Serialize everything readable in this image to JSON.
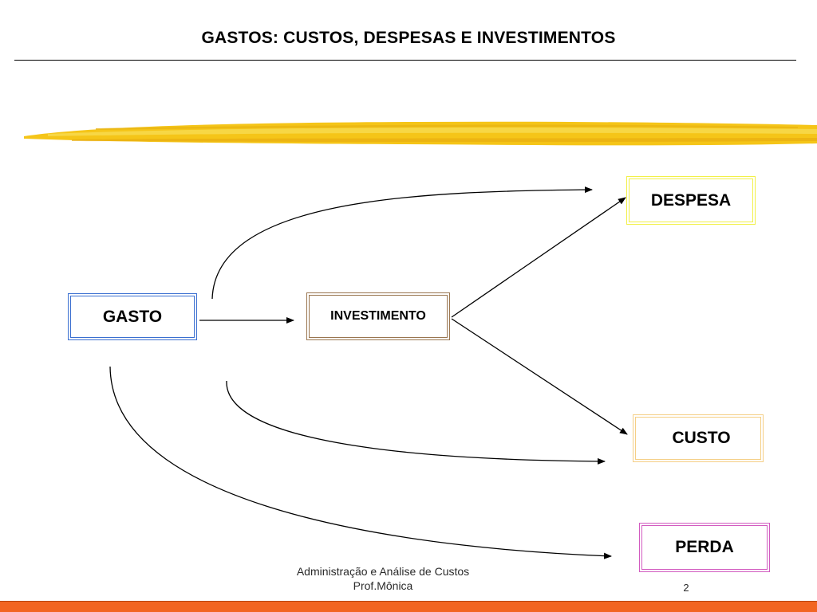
{
  "slide": {
    "title": "GASTOS: CUSTOS, DESPESAS E INVESTIMENTOS",
    "page_number": "2"
  },
  "footer": {
    "line1": "Administração e Análise de Custos",
    "line2": "Prof.Mônica"
  },
  "nodes": {
    "gasto": "GASTO",
    "investimento": "INVESTIMENTO",
    "despesa": "DESPESA",
    "custo": "CUSTO",
    "perda": "PERDA"
  },
  "edges": [
    {
      "from": "gasto",
      "to": "investimento"
    },
    {
      "from": "gasto",
      "to": "despesa"
    },
    {
      "from": "gasto",
      "to": "custo"
    },
    {
      "from": "gasto",
      "to": "perda"
    },
    {
      "from": "investimento",
      "to": "despesa"
    },
    {
      "from": "investimento",
      "to": "custo"
    }
  ],
  "colors": {
    "gasto_border": "#3a6fd0",
    "investimento_border": "#9a7650",
    "despesa_border": "#f2f048",
    "custo_border": "#f5cf86",
    "perda_border": "#d25bc0",
    "highlight_stroke": "#f5c518",
    "bottom_bar": "#f26522"
  }
}
